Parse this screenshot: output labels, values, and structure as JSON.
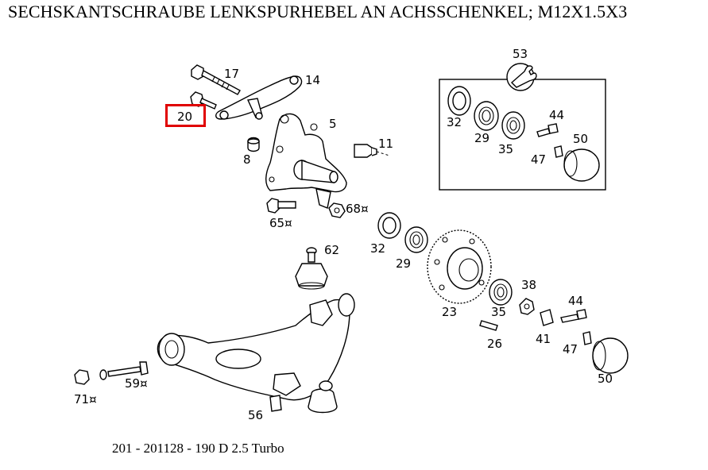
{
  "title": "SECHSKANTSCHRAUBE LENKSPURHEBEL AN ACHSSCHENKEL; M12X1.5X3",
  "footer": "201 - 201128 - 190 D 2.5 Turbo",
  "highlight": {
    "part_number": "20",
    "color": "#e00000"
  },
  "labels": {
    "p17": "17",
    "p14": "14",
    "p20": "20",
    "p5": "5",
    "p11": "11",
    "p8": "8",
    "p53": "53",
    "p32a": "32",
    "p29a": "29",
    "p35a": "35",
    "p44a": "44",
    "p47a": "47",
    "p50a": "50",
    "p65": "65¤",
    "p68": "68¤",
    "p62": "62",
    "p32b": "32",
    "p29b": "29",
    "p38": "38",
    "p23": "23",
    "p35b": "35",
    "p44b": "44",
    "p41": "41",
    "p26": "26",
    "p47b": "47",
    "p50b": "50",
    "p71": "71¤",
    "p59": "59¤",
    "p56": "56"
  }
}
